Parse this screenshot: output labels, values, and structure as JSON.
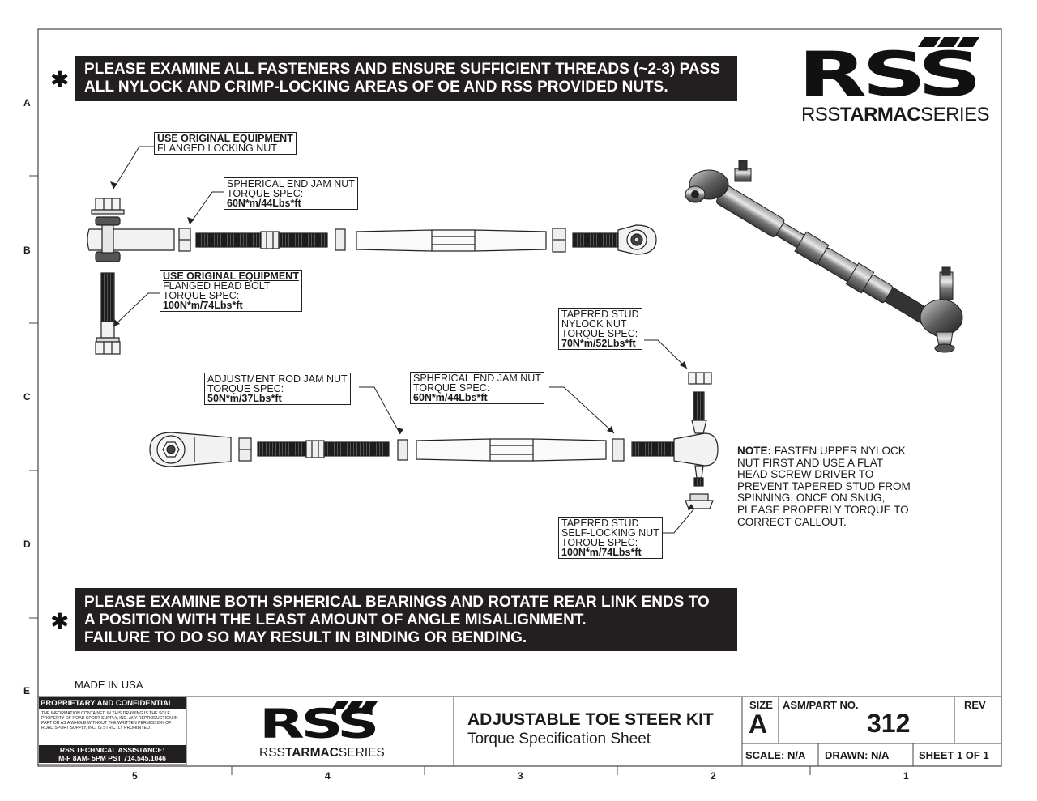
{
  "brand": {
    "logo_text": "RSS",
    "series_prefix": "RSS",
    "series_bold": "TARMAC",
    "series_suffix": "SERIES"
  },
  "top_banner": {
    "marker": "✱",
    "lines": [
      "PLEASE EXAMINE ALL FASTENERS AND ENSURE SUFFICIENT THREADS (~2-3) PASS",
      "ALL NYLOCK AND CRIMP-LOCKING AREAS OF OE AND RSS PROVIDED NUTS."
    ]
  },
  "bottom_banner": {
    "marker": "✱",
    "lines": [
      "PLEASE EXAMINE BOTH SPHERICAL BEARINGS AND ROTATE REAR LINK ENDS TO",
      "A POSITION WITH THE LEAST AMOUNT OF ANGLE MISALIGNMENT.",
      "FAILURE TO DO SO MAY RESULT IN BINDING OR BENDING."
    ]
  },
  "callouts": {
    "oe_nut": {
      "title": "USE ORIGINAL EQUIPMENT",
      "line2": "FLANGED LOCKING NUT"
    },
    "spherical_jam_upper": {
      "line1": "SPHERICAL END JAM NUT",
      "line2": "TORQUE SPEC:",
      "spec": "60N*m/44Lbs*ft"
    },
    "oe_bolt": {
      "title": "USE ORIGINAL EQUIPMENT",
      "line2": "FLANGED HEAD BOLT",
      "line3": "TORQUE SPEC:",
      "spec": "100N*m/74Lbs*ft"
    },
    "tapered_nylock": {
      "line1": "TAPERED STUD",
      "line2": "NYLOCK NUT",
      "line3": "TORQUE SPEC:",
      "spec": "70N*m/52Lbs*ft"
    },
    "adj_rod_jam": {
      "line1": "ADJUSTMENT ROD JAM NUT",
      "line2": "TORQUE SPEC:",
      "spec": "50N*m/37Lbs*ft"
    },
    "spherical_jam_lower": {
      "line1": "SPHERICAL END JAM NUT",
      "line2": "TORQUE SPEC:",
      "spec": "60N*m/44Lbs*ft"
    },
    "tapered_selflock": {
      "line1": "TAPERED STUD",
      "line2": "SELF-LOCKING NUT",
      "line3": "TORQUE SPEC:",
      "spec": "100N*m/74Lbs*ft"
    }
  },
  "note": {
    "lead": "NOTE:",
    "lines": [
      " FASTEN UPPER NYLOCK",
      "NUT FIRST AND USE A FLAT",
      "HEAD SCREW DRIVER TO",
      "PREVENT TAPERED STUD FROM",
      "SPINNING. ONCE ON SNUG,",
      "PLEASE PROPERLY TORQUE TO",
      "CORRECT CALLOUT."
    ]
  },
  "made_in": "MADE IN USA",
  "row_labels": [
    "A",
    "B",
    "C",
    "D",
    "E"
  ],
  "column_labels": [
    "5",
    "4",
    "3",
    "2",
    "1"
  ],
  "title_block": {
    "proprietary_title": "PROPRIETARY AND CONFIDENTIAL",
    "proprietary_body": "THE INFORMATION CONTAINED IN THIS DRAWING IS THE SOLE PROPERTY OF ROAD SPORT SUPPLY, INC. ANY REPRODUCTION IN PART OR AS A WHOLE WITHOUT THE WRITTEN PERMISSION OF ROAD SPORT SUPPLY, INC. IS STRICTLY PROHIBITED.",
    "assist_line1": "RSS TECHNICAL ASSISTANCE:",
    "assist_line2": "M-F 8AM- 5PM PST  714.545.1046",
    "title": "ADJUSTABLE TOE STEER KIT",
    "subtitle": "Torque Specification Sheet",
    "size_label": "SIZE",
    "size_value": "A",
    "part_label": "ASM/PART NO.",
    "part_value": "312",
    "rev_label": "REV",
    "scale": "SCALE: N/A",
    "drawn": "DRAWN: N/A",
    "sheet": "SHEET 1 OF 1"
  }
}
